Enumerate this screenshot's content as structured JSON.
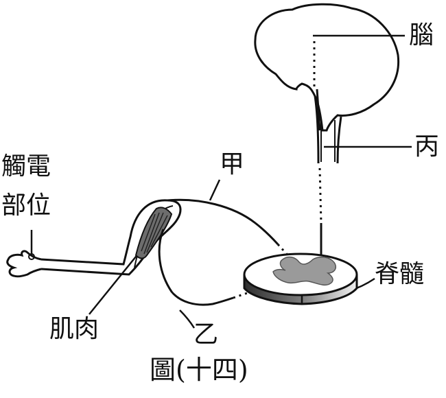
{
  "labels": {
    "brain": "腦",
    "bing": "丙",
    "jia": "甲",
    "yi": "乙",
    "spinal_cord": "脊髓",
    "muscle": "肌肉",
    "touch_line1": "觸電",
    "touch_line2": "部位"
  },
  "caption": "圖(十四)",
  "colors": {
    "ink": "#111111",
    "gray_matter": "#9a9a9a",
    "section_dark": "#444444",
    "section_light": "#e6e6e6"
  }
}
